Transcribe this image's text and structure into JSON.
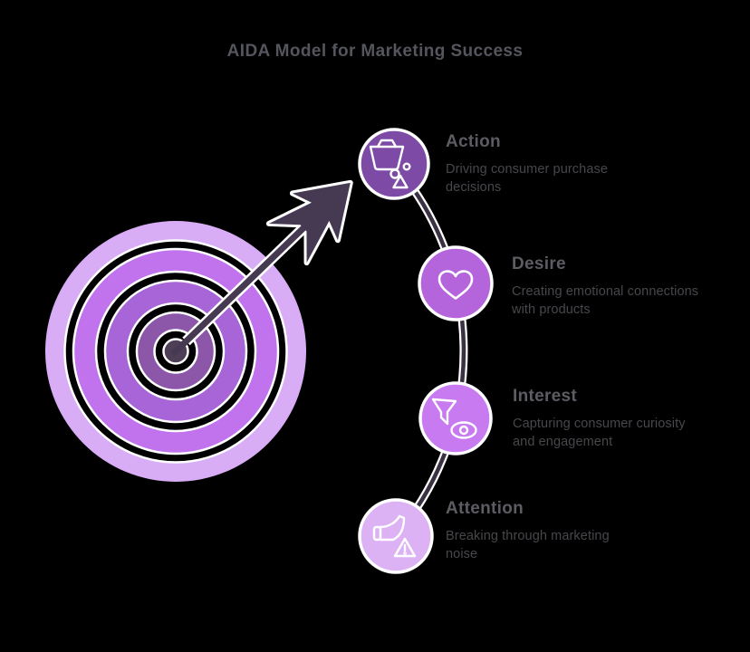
{
  "title": "AIDA Model for Marketing Success",
  "stages": [
    {
      "name": "Action",
      "description": "Driving consumer purchase decisions",
      "icon": "shopping-basket-icon",
      "circle_color": "#7d4ba6"
    },
    {
      "name": "Desire",
      "description": "Creating emotional connections with products",
      "icon": "heart-icon",
      "circle_color": "#b465dc"
    },
    {
      "name": "Interest",
      "description": "Capturing consumer curiosity and engagement",
      "icon": "funnel-eye-icon",
      "circle_color": "#c87bf0"
    },
    {
      "name": "Attention",
      "description": "Breaking through marketing noise",
      "icon": "megaphone-warning-icon",
      "circle_color": "#ddb2f4"
    }
  ],
  "bullseye": {
    "rings": [
      {
        "color": "#d9adf6"
      },
      {
        "color": "#c173ee"
      },
      {
        "color": "#a765d8"
      },
      {
        "color": "#8c57a9"
      }
    ],
    "center_color": "#4e3f57"
  },
  "arrow": {
    "color": "#463a52"
  },
  "connector": {
    "color": "#3a3142",
    "outline": "#ffffff"
  },
  "colors": {
    "background": "#000000",
    "title_text": "#54555d",
    "stage_title_text": "#5c5c63",
    "stage_description_text": "#47474c",
    "icon_stroke": "#ffffff"
  }
}
